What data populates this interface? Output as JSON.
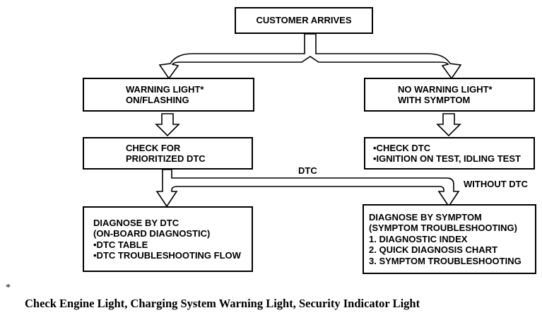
{
  "colors": {
    "background": "#ffffff",
    "line": "#000000",
    "text": "#000000"
  },
  "flowchart": {
    "nodes": [
      {
        "id": "customer-arrives",
        "lines": [
          "CUSTOMER ARRIVES"
        ]
      },
      {
        "id": "warning-light",
        "lines": [
          "WARNING LIGHT*",
          "ON/FLASHING"
        ]
      },
      {
        "id": "no-warning-light",
        "lines": [
          "NO WARNING LIGHT*",
          "WITH SYMPTOM"
        ]
      },
      {
        "id": "check-prioritized-dtc",
        "lines": [
          "CHECK FOR",
          "PRIORITIZED DTC"
        ]
      },
      {
        "id": "check-dtc",
        "lines": [
          "•CHECK DTC",
          "•IGNITION ON TEST, IDLING TEST"
        ]
      },
      {
        "id": "diagnose-by-dtc",
        "lines": [
          "DIAGNOSE BY DTC",
          "(ON-BOARD DIAGNOSTIC)",
          "•DTC TABLE",
          "•DTC TROUBLESHOOTING FLOW"
        ]
      },
      {
        "id": "diagnose-by-symptom",
        "lines": [
          "DIAGNOSE BY SYMPTOM",
          "(SYMPTOM TROUBLESHOOTING)",
          "1. DIAGNOSTIC INDEX",
          "2. QUICK DIAGNOSIS CHART",
          "3. SYMPTOM TROUBLESHOOTING"
        ]
      }
    ],
    "edge_labels": {
      "dtc": "DTC",
      "without_dtc": "WITHOUT DTC"
    }
  },
  "footnote": {
    "marker": "*",
    "text": "Check Engine Light, Charging System Warning Light, Security Indicator Light"
  }
}
